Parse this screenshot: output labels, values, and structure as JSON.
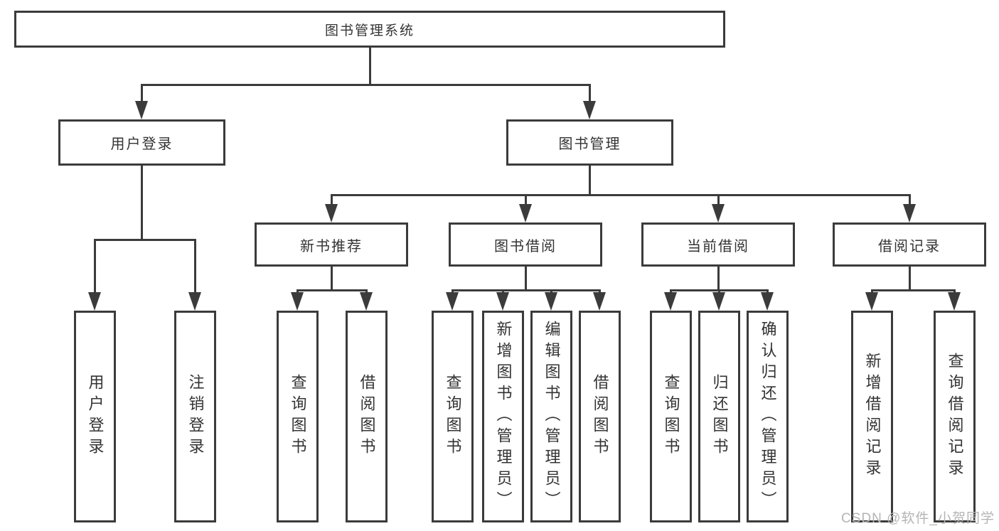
{
  "tree": {
    "root": {
      "label": "图书管理系统"
    },
    "branches": [
      {
        "label": "用户登录",
        "children": [
          {
            "label": "用户登录"
          },
          {
            "label": "注销登录"
          }
        ]
      },
      {
        "label": "图书管理",
        "children": [
          {
            "label": "新书推荐",
            "children": [
              {
                "label": "查询图书"
              },
              {
                "label": "借阅图书"
              }
            ]
          },
          {
            "label": "图书借阅",
            "children": [
              {
                "label": "查询图书"
              },
              {
                "label": "新增图书（管理员）"
              },
              {
                "label": "编辑图书（管理员）"
              },
              {
                "label": "借阅图书"
              }
            ]
          },
          {
            "label": "当前借阅",
            "children": [
              {
                "label": "查询图书"
              },
              {
                "label": "归还图书"
              },
              {
                "label": "确认归还（管理员）"
              }
            ]
          },
          {
            "label": "借阅记录",
            "children": [
              {
                "label": "新增借阅记录"
              },
              {
                "label": "查询借阅记录"
              }
            ]
          }
        ]
      }
    ]
  },
  "watermark": {
    "text": "CSDN @软件_小贺同学"
  },
  "colors": {
    "line": "#3b3b3b",
    "text": "#333333",
    "watermark": "#b4b4b4",
    "background": "#ffffff"
  }
}
